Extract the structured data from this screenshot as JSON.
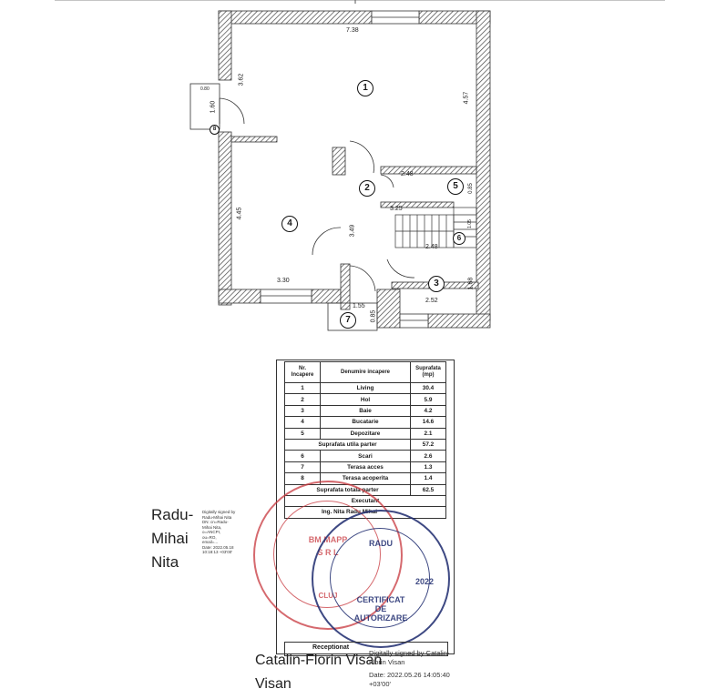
{
  "plan": {
    "dimensions": {
      "top_width": "7.38",
      "left_upper": "3.62",
      "right_upper": "4.57",
      "annex_w": "0.80",
      "annex_h": "1.60",
      "depo_w": "2.48",
      "depo_h": "0.85",
      "hall_h": "3.49",
      "mid_w": "3.25",
      "stair_w": "2.48",
      "kitchen_h": "4.45",
      "kitchen_w": "3.30",
      "baie_w": "2.52",
      "baie_h": "1.68",
      "terrace_w": "1.55",
      "terrace_h": "0.85",
      "stair_small": "1.05"
    },
    "rooms": [
      "1",
      "2",
      "3",
      "4",
      "5",
      "6",
      "7",
      "8"
    ]
  },
  "table": {
    "headers": [
      "Nr. Incapere",
      "Denumire incapere",
      "Suprafata (mp)"
    ],
    "rows": [
      {
        "nr": "1",
        "name": "Living",
        "area": "30.4"
      },
      {
        "nr": "2",
        "name": "Hol",
        "area": "5.9"
      },
      {
        "nr": "3",
        "name": "Baie",
        "area": "4.2"
      },
      {
        "nr": "4",
        "name": "Bucatarie",
        "area": "14.6"
      },
      {
        "nr": "5",
        "name": "Depozitare",
        "area": "2.1"
      }
    ],
    "subtotal_label": "Suprafata utila parter",
    "subtotal_value": "57.2",
    "rows2": [
      {
        "nr": "6",
        "name": "Scari",
        "area": "2.6"
      },
      {
        "nr": "7",
        "name": "Terasa acces",
        "area": "1.3"
      },
      {
        "nr": "8",
        "name": "Terasa acoperita",
        "area": "1.4"
      }
    ],
    "total_label": "Suprafata totala parter",
    "total_value": "62.5",
    "executant_label": "Executant",
    "executant_name": "Ing. Nita Radu Mihai",
    "receptionat_label": "Receptionat"
  },
  "signatures": {
    "left_name": [
      "Radu-",
      "Mihai",
      "Nita"
    ],
    "left_digital": [
      "Digitally signed by",
      "Radu-Mihai Nita",
      "DN: cn=Radu-",
      "Mihai Nita,",
      "o=ANCPI,",
      "ou=RO,",
      "email=...",
      "Date: 2022.05.18",
      "10:18:13 +03'00'"
    ],
    "right_name": "Catalin-Florin Visan",
    "right_name_line2": "Visan",
    "right_digital_1": "Digitally signed by Catalin-",
    "right_digital_2": "Florin Visan",
    "right_date": "Date: 2022.05.26 14:05:40",
    "right_tz": "+03'00'"
  },
  "stamps": {
    "red_lines": [
      "BM MAPP",
      "S R L",
      "CLUJ"
    ],
    "blue_lines": [
      "RADU",
      "CERTIFICAT",
      "DE",
      "AUTORIZARE",
      "2022"
    ]
  },
  "colors": {
    "red_stamp": "#c8383e",
    "blue_stamp": "#1d2a6e",
    "wall": "#555555"
  }
}
